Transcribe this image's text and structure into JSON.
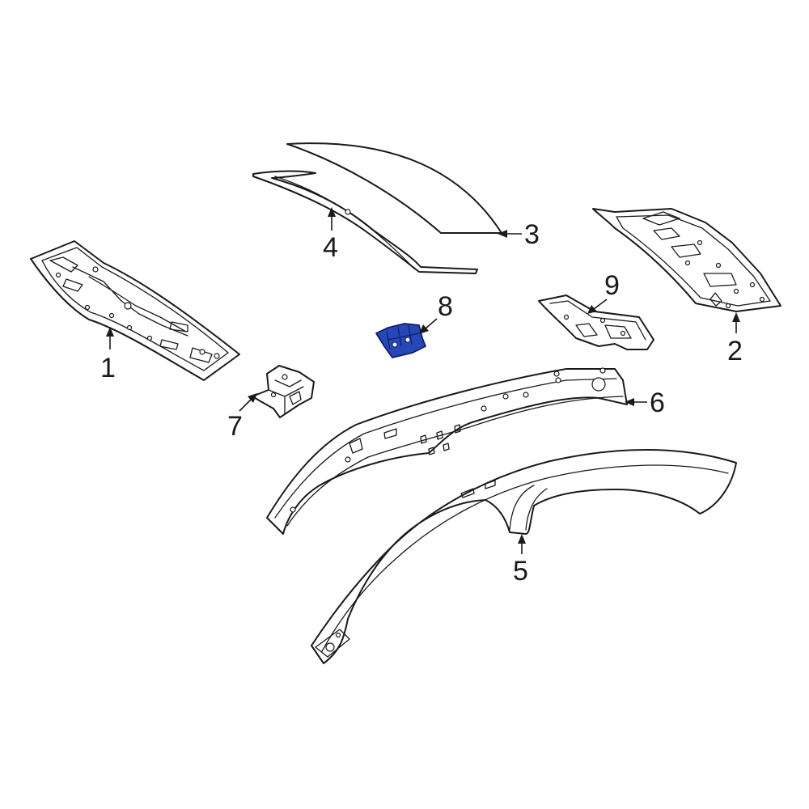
{
  "diagram": {
    "highlight_color": "#2547b8",
    "highlight_stroke": "#0f1f66",
    "line_color": "#1a1a1a",
    "background": "#ffffff"
  },
  "callouts": {
    "c1": "1",
    "c2": "2",
    "c3": "3",
    "c4": "4",
    "c5": "5",
    "c6": "6",
    "c7": "7",
    "c8": "8",
    "c9": "9"
  }
}
